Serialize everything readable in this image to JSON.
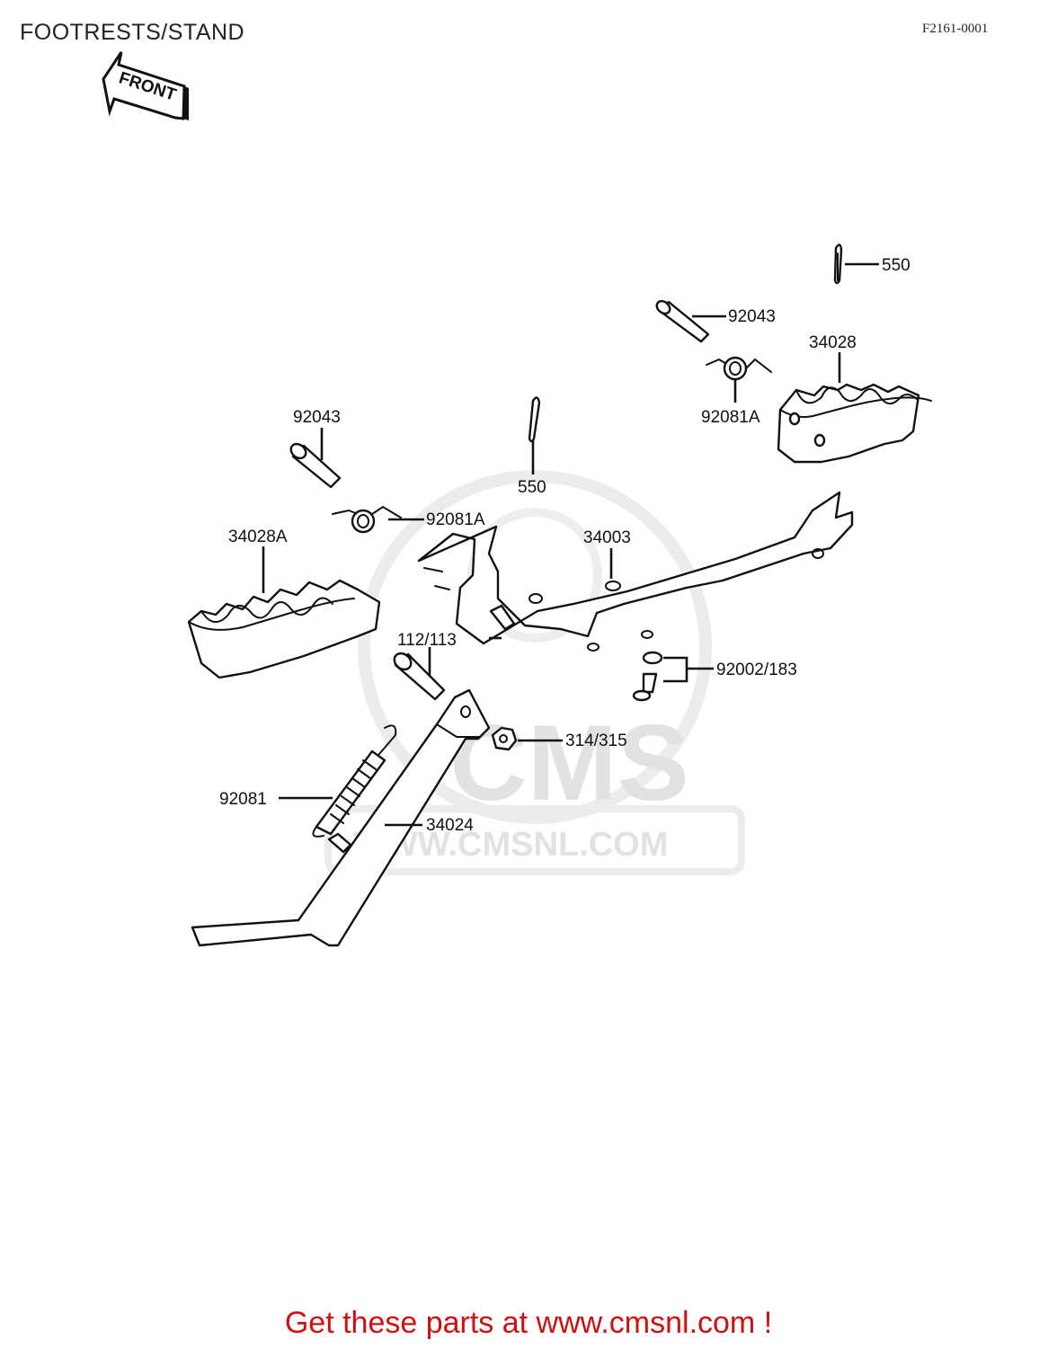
{
  "page": {
    "title": "FOOTRESTS/STAND",
    "ref_code": "F2161-0001",
    "front_label": "FRONT",
    "footer": "Get these parts at www.cmsnl.com !"
  },
  "watermark": {
    "logo_text": "CMS",
    "url_text": "WWW.CMSNL.COM"
  },
  "callouts": {
    "pin_550_top": "550",
    "pin_92043_right": "92043",
    "footrest_34028": "34028",
    "spring_92081a_right": "92081A",
    "pin_92043_left": "92043",
    "pin_550_center": "550",
    "spring_92081a_left": "92081A",
    "footrest_34028a": "34028A",
    "bracket_34003": "34003",
    "bolt_112_113": "112/113",
    "bolt_92002_183": "92002/183",
    "nut_314_315": "314/315",
    "spring_92081": "92081",
    "stand_34024": "34024"
  }
}
